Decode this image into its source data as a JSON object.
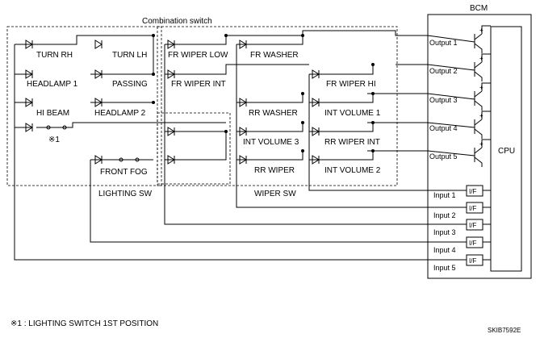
{
  "title": "Combination switch",
  "bcm": {
    "title": "BCM",
    "cpu": "CPU",
    "outputs": [
      "Output 1",
      "Output 2",
      "Output 3",
      "Output 4",
      "Output 5"
    ],
    "inputs": [
      "Input 1",
      "Input 2",
      "Input 3",
      "Input 4",
      "Input 5"
    ],
    "if_label": "I/F"
  },
  "lighting_sw": {
    "label": "LIGHTING SW",
    "switches": [
      "TURN RH",
      "TURN LH",
      "HEADLAMP 1",
      "PASSING",
      "HI BEAM",
      "HEADLAMP 2",
      "※1",
      "FRONT FOG"
    ]
  },
  "wiper_sw": {
    "label": "WIPER SW",
    "switches": [
      "FR WIPER LOW",
      "FR WASHER",
      "FR WIPER INT",
      "FR WIPER HI",
      "RR WASHER",
      "INT VOLUME 1",
      "INT VOLUME 3",
      "RR WIPER INT",
      "RR WIPER",
      "INT VOLUME 2"
    ]
  },
  "footnote": "※1 : LIGHTING SWITCH 1ST POSITION",
  "ref_code": "SKIB7592E"
}
